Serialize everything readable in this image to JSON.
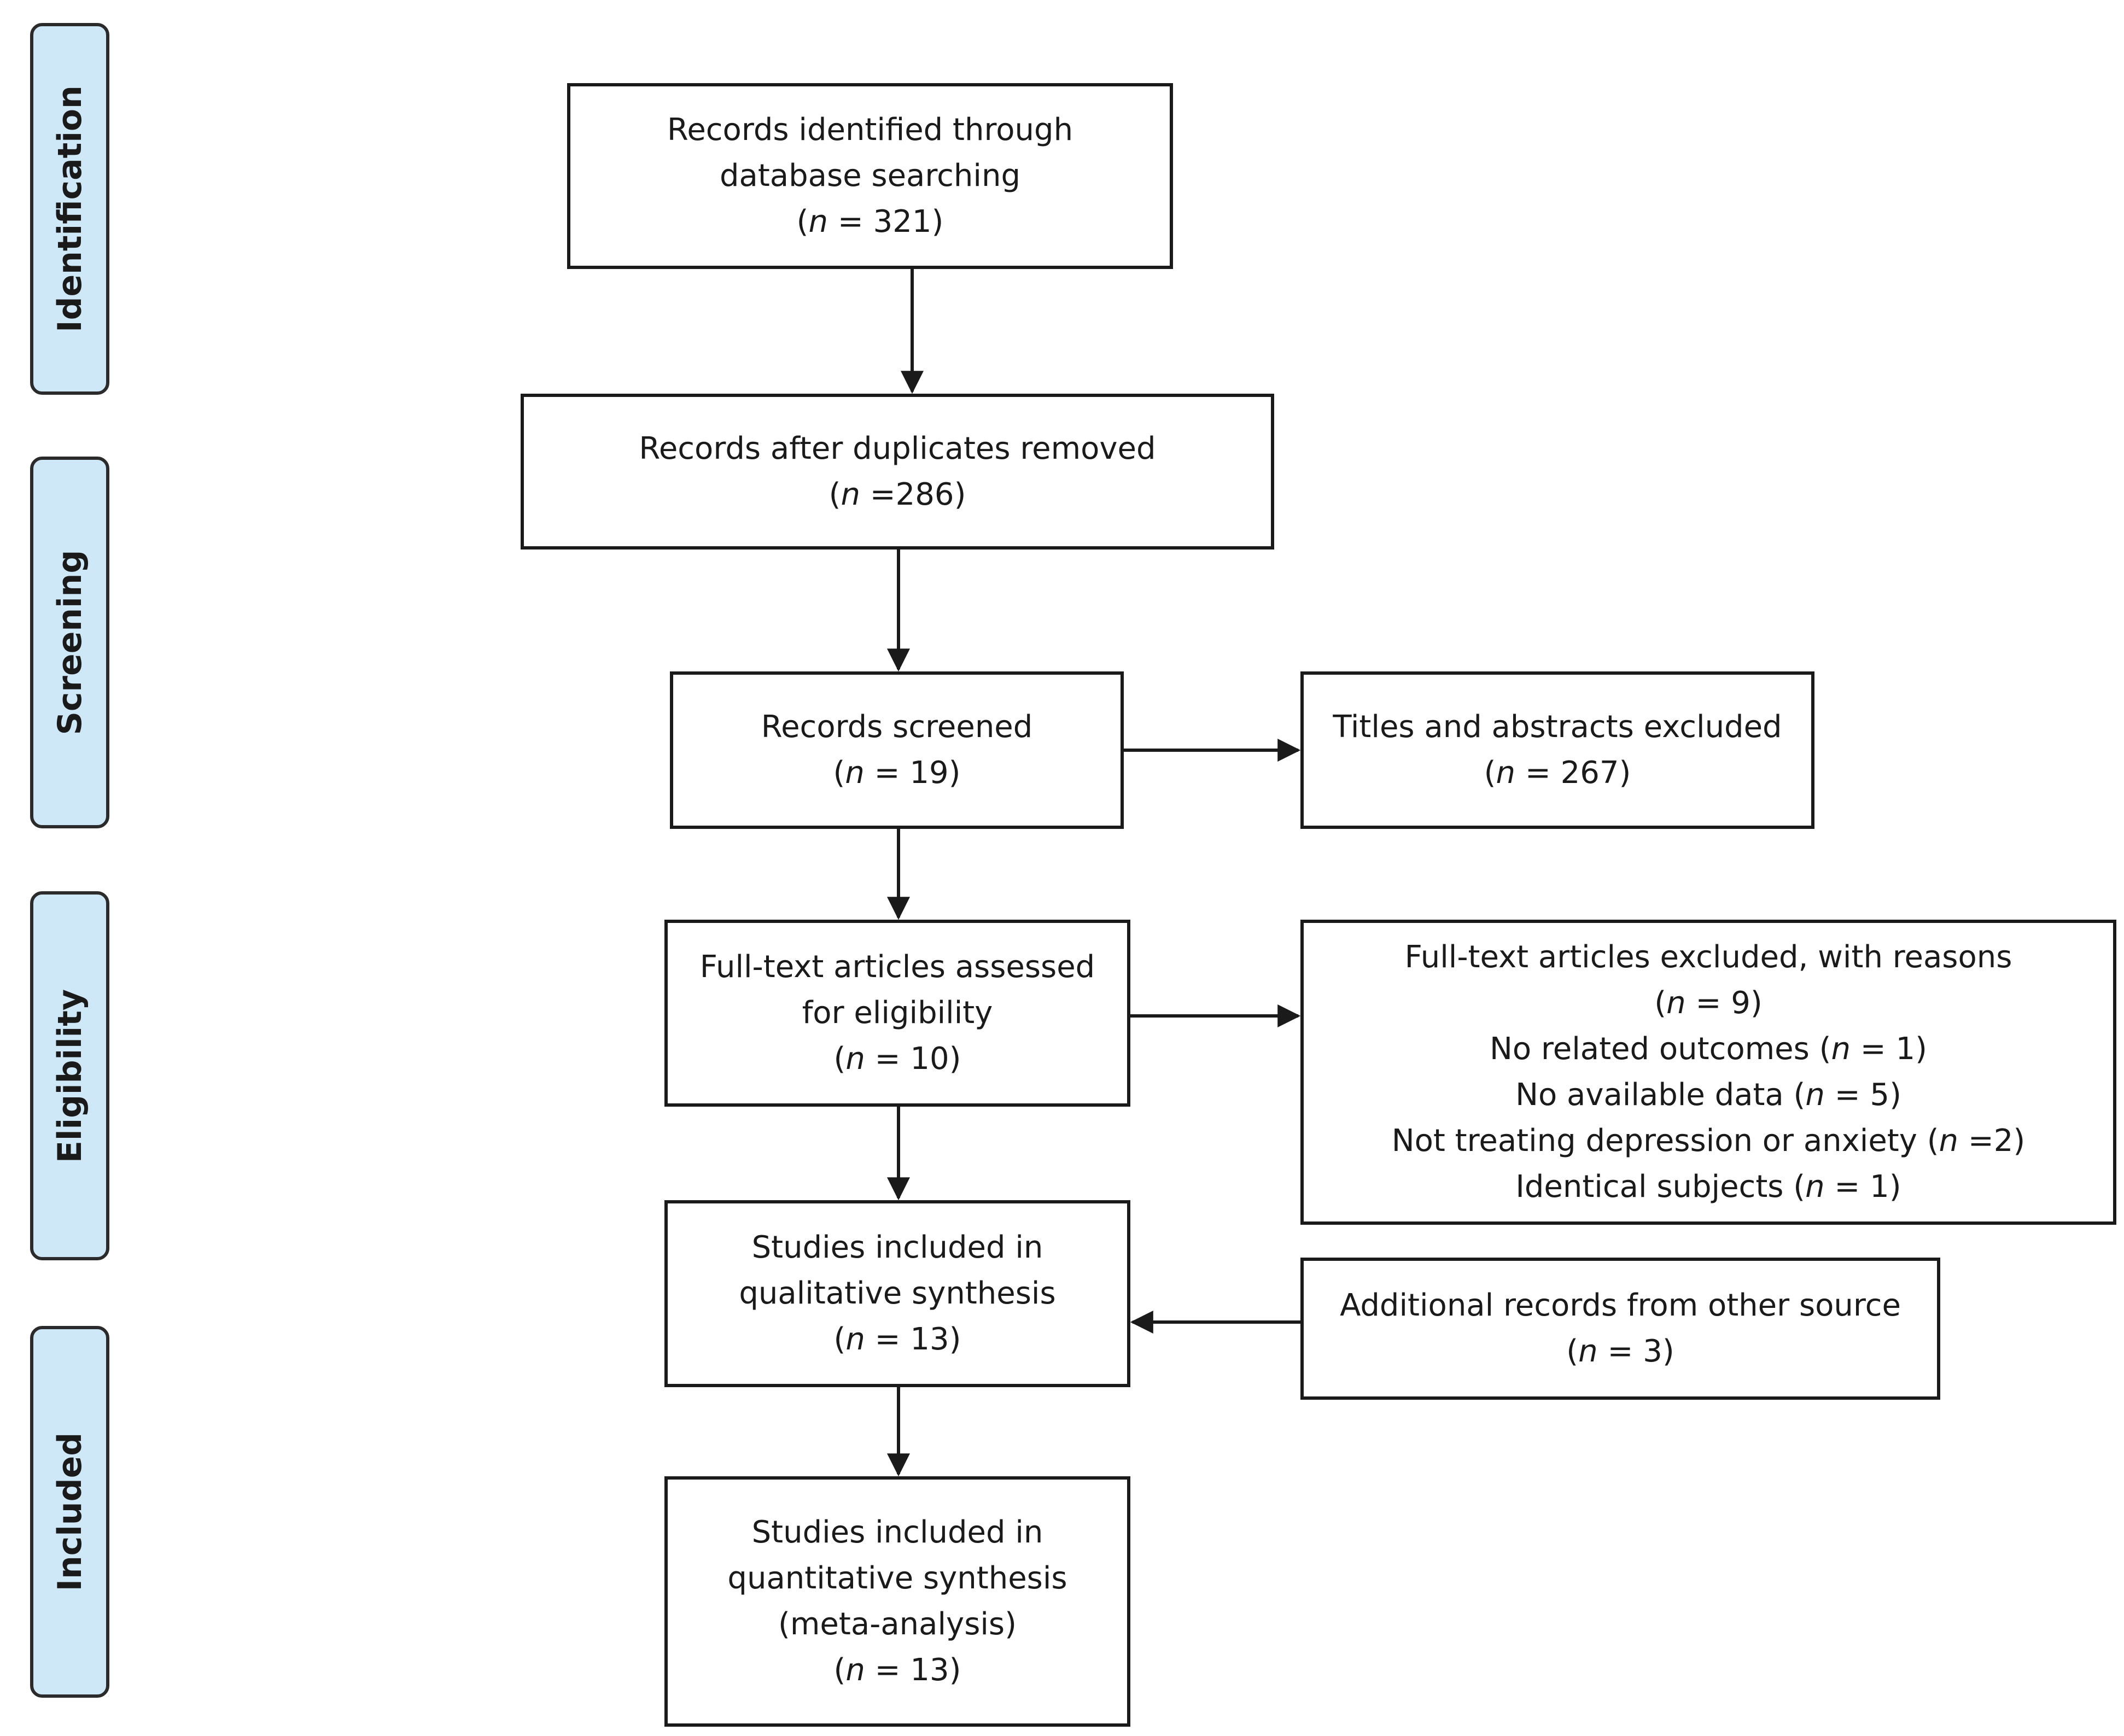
{
  "phases": {
    "identification": "Identification",
    "screening": "Screening",
    "eligibility": "Eligibility",
    "included": "Included"
  },
  "n_label": "n",
  "boxes": {
    "identified": {
      "line1": "Records identified through",
      "line2": "database searching",
      "count": "321"
    },
    "dupes_removed": {
      "line1": "Records after duplicates removed",
      "count": "286"
    },
    "screened": {
      "line1": "Records screened",
      "count": "19"
    },
    "titles_excluded": {
      "line1": "Titles and abstracts excluded",
      "count": "267"
    },
    "fulltext_assessed": {
      "line1": "Full-text articles assessed",
      "line2": "for eligibility",
      "count": "10"
    },
    "fulltext_excluded": {
      "line1": "Full-text articles excluded, with reasons",
      "count": "9",
      "reasons": [
        {
          "text": "No related outcomes",
          "count": "1"
        },
        {
          "text": "No available data",
          "count": "5"
        },
        {
          "text": "Not treating depression or anxiety",
          "count": "2"
        },
        {
          "text": "Identical subjects",
          "count": "1"
        }
      ]
    },
    "qualitative": {
      "line1": "Studies included in",
      "line2": "qualitative synthesis",
      "count": "13"
    },
    "additional": {
      "line1": "Additional records from other source",
      "count": "3"
    },
    "quantitative": {
      "line1": "Studies included in",
      "line2": "quantitative synthesis",
      "line3": "(meta-analysis)",
      "count": "13"
    }
  }
}
